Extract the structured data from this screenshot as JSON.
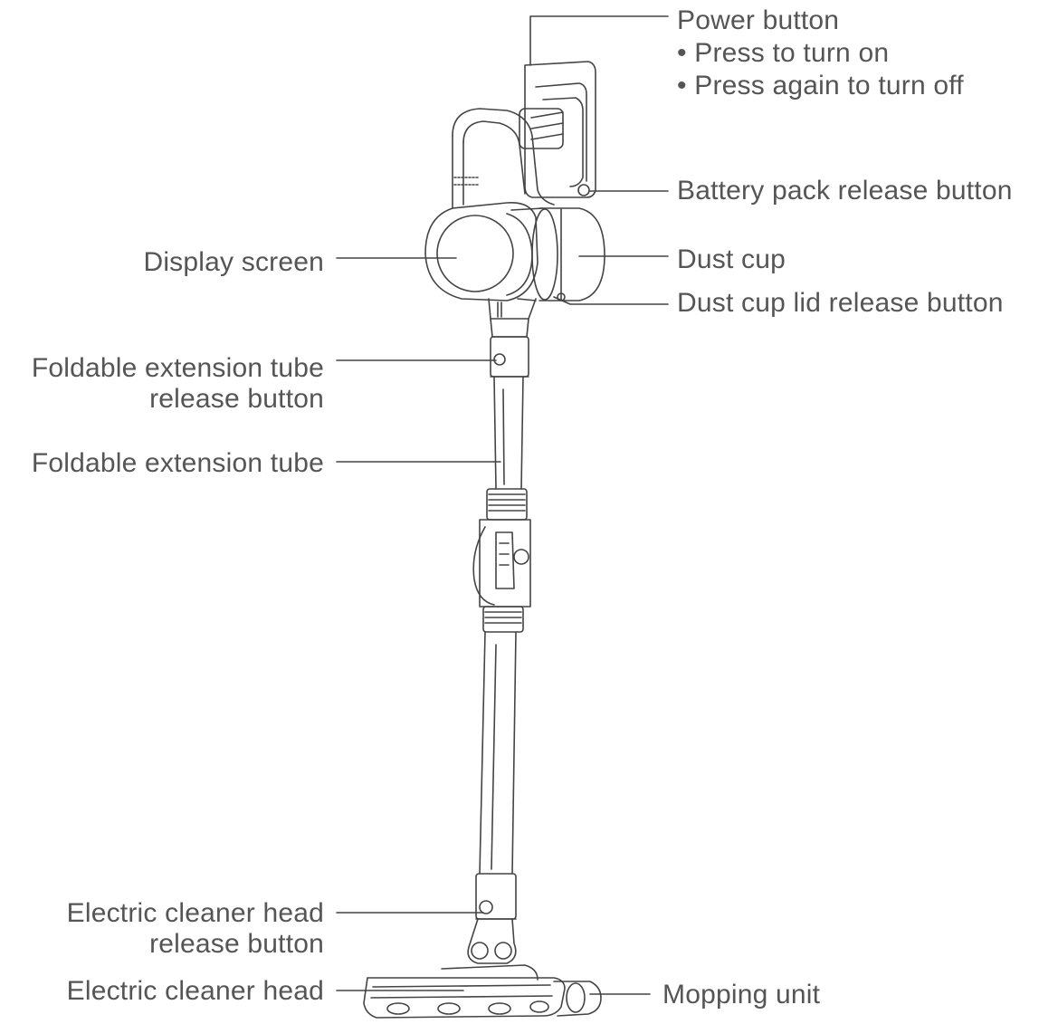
{
  "colors": {
    "text": "#555555",
    "line": "#444444",
    "background": "#ffffff"
  },
  "labels": {
    "power_button": {
      "title": "Power button",
      "bullet_1": "• Press to turn on",
      "bullet_2": "• Press again to turn off"
    },
    "battery_pack_release_button": "Battery pack release button",
    "dust_cup": "Dust cup",
    "dust_cup_lid_release_button": "Dust cup lid release button",
    "display_screen": "Display screen",
    "foldable_extension_tube_release_button": {
      "line_1": "Foldable extension tube",
      "line_2": "release button"
    },
    "foldable_extension_tube": "Foldable extension tube",
    "electric_cleaner_head_release_button": {
      "line_1": "Electric cleaner head",
      "line_2": "release button"
    },
    "electric_cleaner_head": "Electric cleaner head",
    "mopping_unit": "Mopping unit"
  }
}
